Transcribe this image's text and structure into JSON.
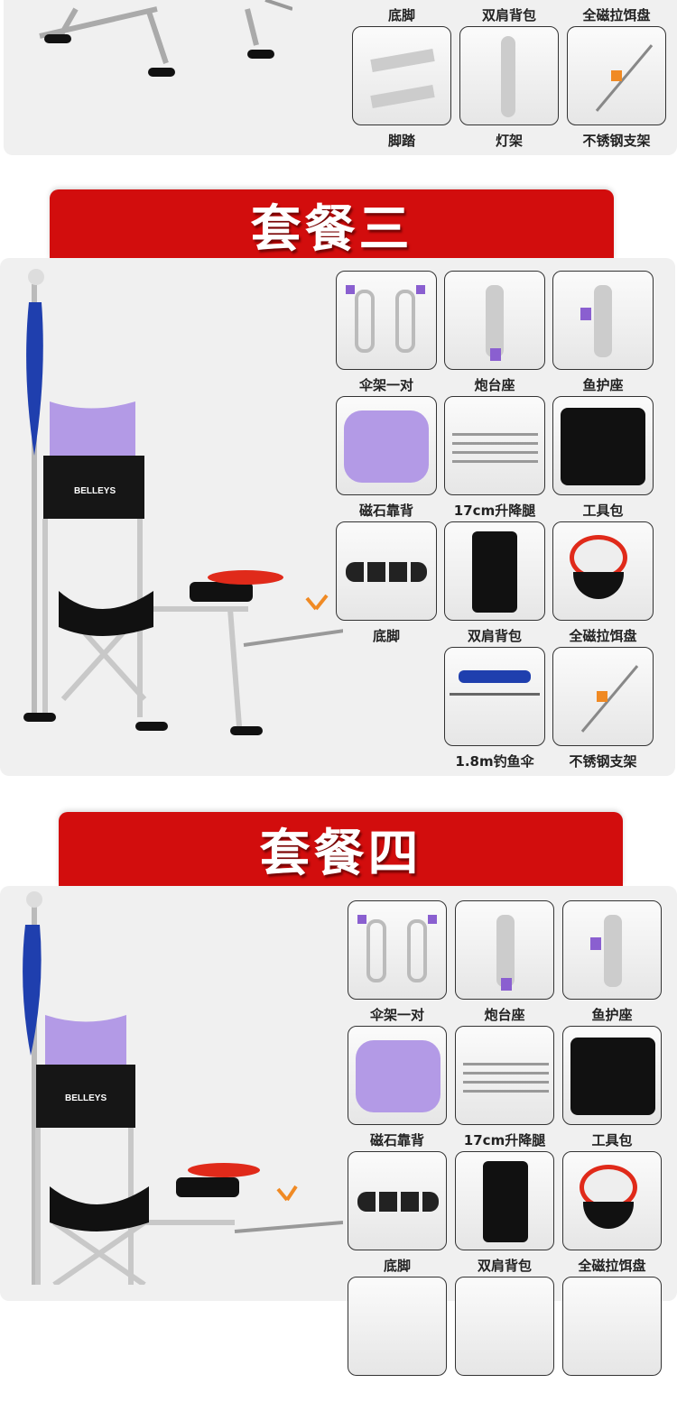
{
  "colors": {
    "banner": "#d20d0d",
    "panel": "#f0f0f0",
    "purple": "#9b7fd6",
    "umbrella": "#1f3fae",
    "tray": "#e02a1a"
  },
  "sections": [
    {
      "title": null,
      "items": [
        {
          "label": "底脚",
          "icon": "feet"
        },
        {
          "label": "双肩背包",
          "icon": "backpack"
        },
        {
          "label": "全磁拉饵盘",
          "icon": "bait-tray"
        },
        {
          "label": "脚踏",
          "icon": "footrest"
        },
        {
          "label": "灯架",
          "icon": "lamp-holder"
        },
        {
          "label": "不锈钢支架",
          "icon": "rod-stand"
        }
      ]
    },
    {
      "title": "套餐三",
      "brand": "BELLEYS",
      "items": [
        {
          "label": "伞架一对",
          "icon": "umbrella-clamps"
        },
        {
          "label": "炮台座",
          "icon": "turret-mount"
        },
        {
          "label": "鱼护座",
          "icon": "net-mount"
        },
        {
          "label": "磁石靠背",
          "icon": "backrest"
        },
        {
          "label": "17cm升降腿",
          "icon": "legs"
        },
        {
          "label": "工具包",
          "icon": "tool-bag"
        },
        {
          "label": "底脚",
          "icon": "feet"
        },
        {
          "label": "双肩背包",
          "icon": "backpack"
        },
        {
          "label": "全磁拉饵盘",
          "icon": "bait-tray"
        },
        null,
        {
          "label": "1.8m钓鱼伞",
          "icon": "umbrella"
        },
        {
          "label": "不锈钢支架",
          "icon": "rod-stand"
        }
      ]
    },
    {
      "title": "套餐四",
      "brand": "BELLEYS",
      "items": [
        {
          "label": "伞架一对",
          "icon": "umbrella-clamps"
        },
        {
          "label": "炮台座",
          "icon": "turret-mount"
        },
        {
          "label": "鱼护座",
          "icon": "net-mount"
        },
        {
          "label": "磁石靠背",
          "icon": "backrest"
        },
        {
          "label": "17cm升降腿",
          "icon": "legs"
        },
        {
          "label": "工具包",
          "icon": "tool-bag"
        },
        {
          "label": "底脚",
          "icon": "feet"
        },
        {
          "label": "双肩背包",
          "icon": "backpack"
        },
        {
          "label": "全磁拉饵盘",
          "icon": "bait-tray"
        },
        {
          "label": "",
          "icon": "blank"
        },
        {
          "label": "",
          "icon": "blank"
        },
        {
          "label": "",
          "icon": "blank"
        }
      ]
    }
  ]
}
